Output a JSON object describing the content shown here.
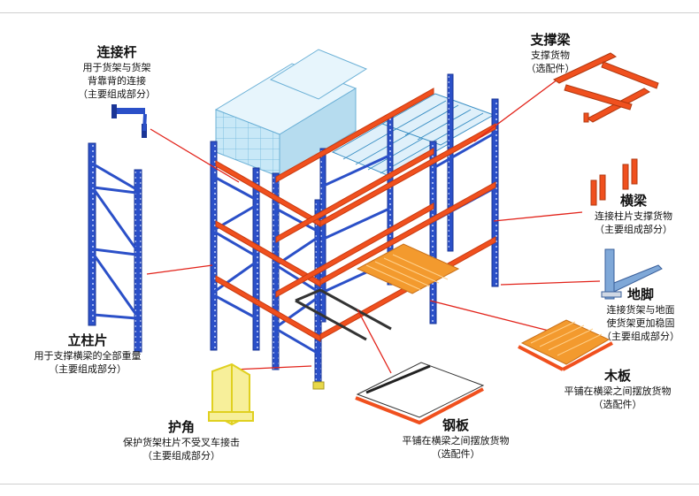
{
  "colors": {
    "upright": "#2b50c8",
    "upright_dark": "#1a3596",
    "beam": "#f0501e",
    "callout": "#e2231a",
    "deck": "#f39a2e",
    "guard": "#f2e32a",
    "goods": "#bfe2f4",
    "rule": "#cfcfcf"
  },
  "components": [
    {
      "key": "connector",
      "title": "连接杆",
      "lines": [
        "用于货架与货架",
        "背靠背的连接",
        "（主要组成部分）"
      ],
      "icon": "row-spacer-icon"
    },
    {
      "key": "support_beam",
      "title": "支撑梁",
      "lines": [
        "支撑货物",
        "（选配件）"
      ],
      "icon": "pallet-support-icon"
    },
    {
      "key": "beam",
      "title": "横梁",
      "lines": [
        "连接柱片支撑货物",
        "（主要组成部分）"
      ],
      "icon": "beam-icon"
    },
    {
      "key": "foot",
      "title": "地脚",
      "lines": [
        "连接货架与地面",
        "使货架更加稳固",
        "（主要组成部分）"
      ],
      "icon": "base-plate-icon"
    },
    {
      "key": "upright_frame",
      "title": "立柱片",
      "lines": [
        "用于支撑横梁的全部重量",
        "（主要组成部分）"
      ],
      "icon": "upright-frame-icon"
    },
    {
      "key": "wood_panel",
      "title": "木板",
      "lines": [
        "平铺在横梁之间摆放货物",
        "（选配件）"
      ],
      "icon": "wood-deck-icon"
    },
    {
      "key": "guard",
      "title": "护角",
      "lines": [
        "保护货架柱片不受叉车接击",
        "（主要组成部分）"
      ],
      "icon": "corner-guard-icon"
    },
    {
      "key": "steel_panel",
      "title": "钢板",
      "lines": [
        "平铺在横梁之间摆放货物",
        "（选配件）"
      ],
      "icon": "steel-deck-icon"
    }
  ]
}
